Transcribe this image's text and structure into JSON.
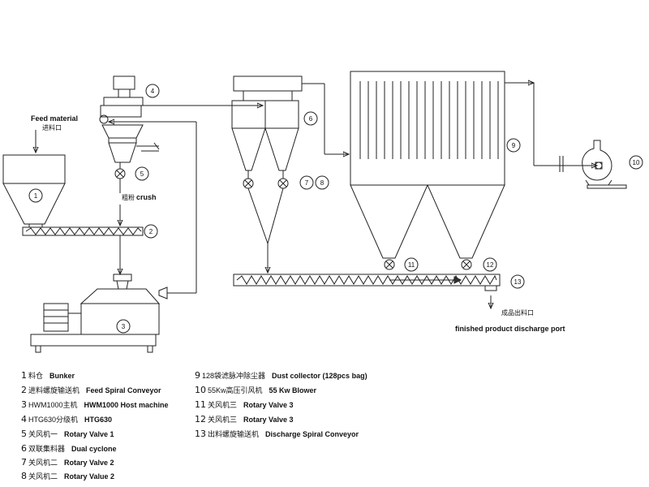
{
  "annotations": {
    "feed_material": "Feed material",
    "feed_inlet_cn": "进料口",
    "crush_cn": "粗粉",
    "crush_en": "crush",
    "discharge_cn": "成品出料口",
    "discharge_en": "finished product discharge port"
  },
  "callouts": [
    "1",
    "2",
    "3",
    "4",
    "5",
    "6",
    "7",
    "8",
    "9",
    "10",
    "11",
    "12",
    "13"
  ],
  "legend_left": [
    {
      "num": "1",
      "cn": "料仓",
      "en": "Bunker"
    },
    {
      "num": "2",
      "cn": "进料螺旋输送机",
      "en": "Feed Spiral Conveyor"
    },
    {
      "num": "3",
      "cn": "HWM1000主机",
      "en": "HWM1000 Host machine"
    },
    {
      "num": "4",
      "cn": "HTG630分级机",
      "en": "HTG630"
    },
    {
      "num": "5",
      "cn": "关风机一",
      "en": "Rotary Valve 1"
    },
    {
      "num": "6",
      "cn": "双联集料器",
      "en": "Dual cyclone"
    },
    {
      "num": "7",
      "cn": "关风机二",
      "en": "Rotary Valve 2"
    },
    {
      "num": "8",
      "cn": "关风机二",
      "en": "Rotary Value 2"
    }
  ],
  "legend_right": [
    {
      "num": "9",
      "cn": "128袋滤脉冲除尘器",
      "en": "Dust collector (128pcs bag)"
    },
    {
      "num": "10",
      "cn": "55Kw高压引风机",
      "en": "55 Kw Blower"
    },
    {
      "num": "11",
      "cn": "关风机三",
      "en": "Rotary Valve 3"
    },
    {
      "num": "12",
      "cn": "关风机三",
      "en": "Rotary Valve 3"
    },
    {
      "num": "13",
      "cn": "出料螺旋输送机",
      "en": "Discharge Spiral Conveyor"
    }
  ]
}
